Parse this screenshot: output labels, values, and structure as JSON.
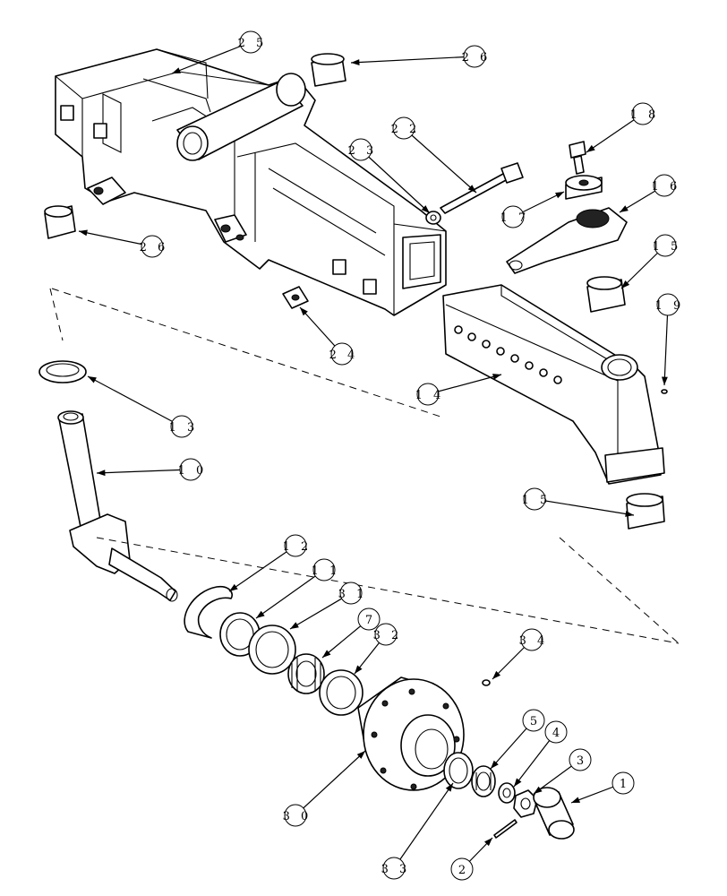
{
  "diagram": {
    "callouts": [
      {
        "id": "c25",
        "label": "2 5"
      },
      {
        "id": "c26a",
        "label": "2 6"
      },
      {
        "id": "c26b",
        "label": "2 6"
      },
      {
        "id": "c22",
        "label": "2 2"
      },
      {
        "id": "c23",
        "label": "2 3"
      },
      {
        "id": "c18",
        "label": "1 8"
      },
      {
        "id": "c16",
        "label": "1 6"
      },
      {
        "id": "c17",
        "label": "1 7"
      },
      {
        "id": "c15a",
        "label": "1 5"
      },
      {
        "id": "c19",
        "label": "1 9"
      },
      {
        "id": "c24",
        "label": "2 4"
      },
      {
        "id": "c14",
        "label": "1 4"
      },
      {
        "id": "c13",
        "label": "1 3"
      },
      {
        "id": "c10",
        "label": "1 0"
      },
      {
        "id": "c15b",
        "label": "1 5"
      },
      {
        "id": "c12",
        "label": "1 2"
      },
      {
        "id": "c11",
        "label": "1 1"
      },
      {
        "id": "c31",
        "label": "3 1"
      },
      {
        "id": "c7",
        "label": "7"
      },
      {
        "id": "c32",
        "label": "3 2"
      },
      {
        "id": "c34",
        "label": "3 4"
      },
      {
        "id": "c5",
        "label": "5"
      },
      {
        "id": "c4",
        "label": "4"
      },
      {
        "id": "c3",
        "label": "3"
      },
      {
        "id": "c1",
        "label": "1"
      },
      {
        "id": "c30",
        "label": "3 0"
      },
      {
        "id": "c33",
        "label": "3 3"
      },
      {
        "id": "c2",
        "label": "2"
      }
    ]
  }
}
